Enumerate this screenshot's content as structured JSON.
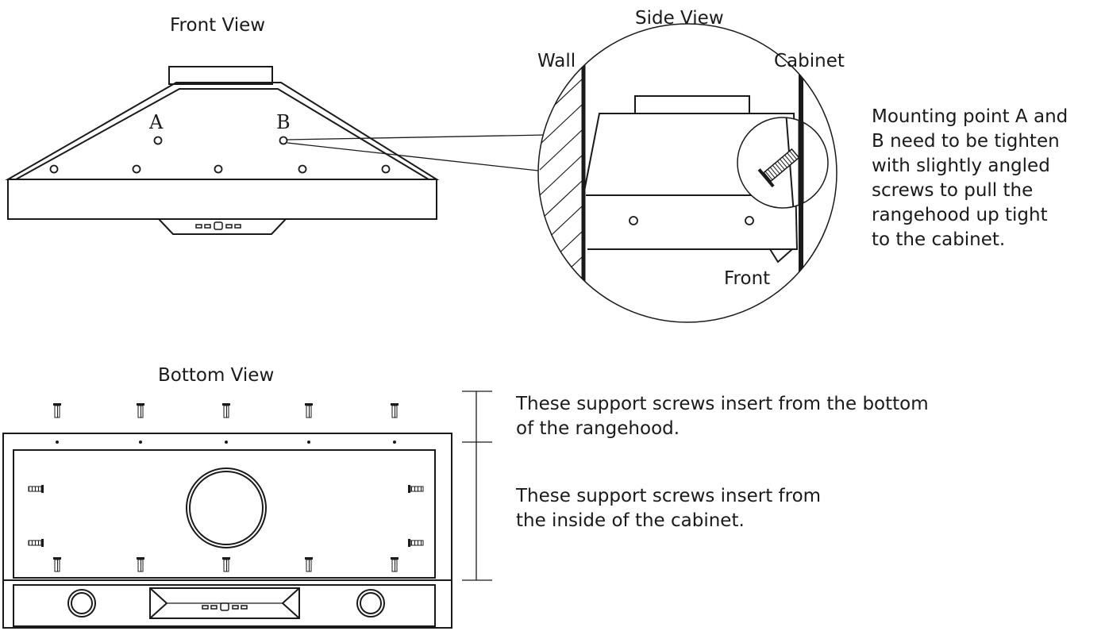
{
  "front": {
    "title": "Front View",
    "point_a": "A",
    "point_b": "B"
  },
  "side": {
    "title": "Side View",
    "wall": "Wall",
    "cabinet": "Cabinet",
    "front": "Front"
  },
  "side_note": "Mounting point A and\nB need to be tighten\nwith slightly angled\nscrews to pull the\nrangehood up tight\nto the cabinet.",
  "bottom": {
    "title": "Bottom View"
  },
  "bottom_notes": {
    "note1": "These support screws insert from the bottom\nof the rangehood.",
    "note2": "These support screws insert from\nthe inside of the cabinet."
  },
  "line_color": "#1a1a1a"
}
